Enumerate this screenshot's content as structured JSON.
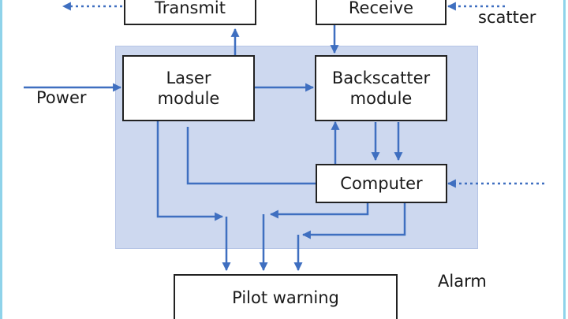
{
  "blocks": {
    "transmit": "Transmit",
    "receive": "Receive",
    "laser_module": "Laser\nmodule",
    "backscatter_module": "Backscatter\nmodule",
    "computer": "Computer",
    "pilot_warning": "Pilot warning"
  },
  "labels": {
    "power": "Power",
    "scatter": "scatter",
    "alarm": "Alarm"
  },
  "colors": {
    "wire": "#3f6fc0",
    "panel": "#cdd8ef",
    "box_border": "#222222",
    "frame_edge": "#8fd3ea"
  }
}
